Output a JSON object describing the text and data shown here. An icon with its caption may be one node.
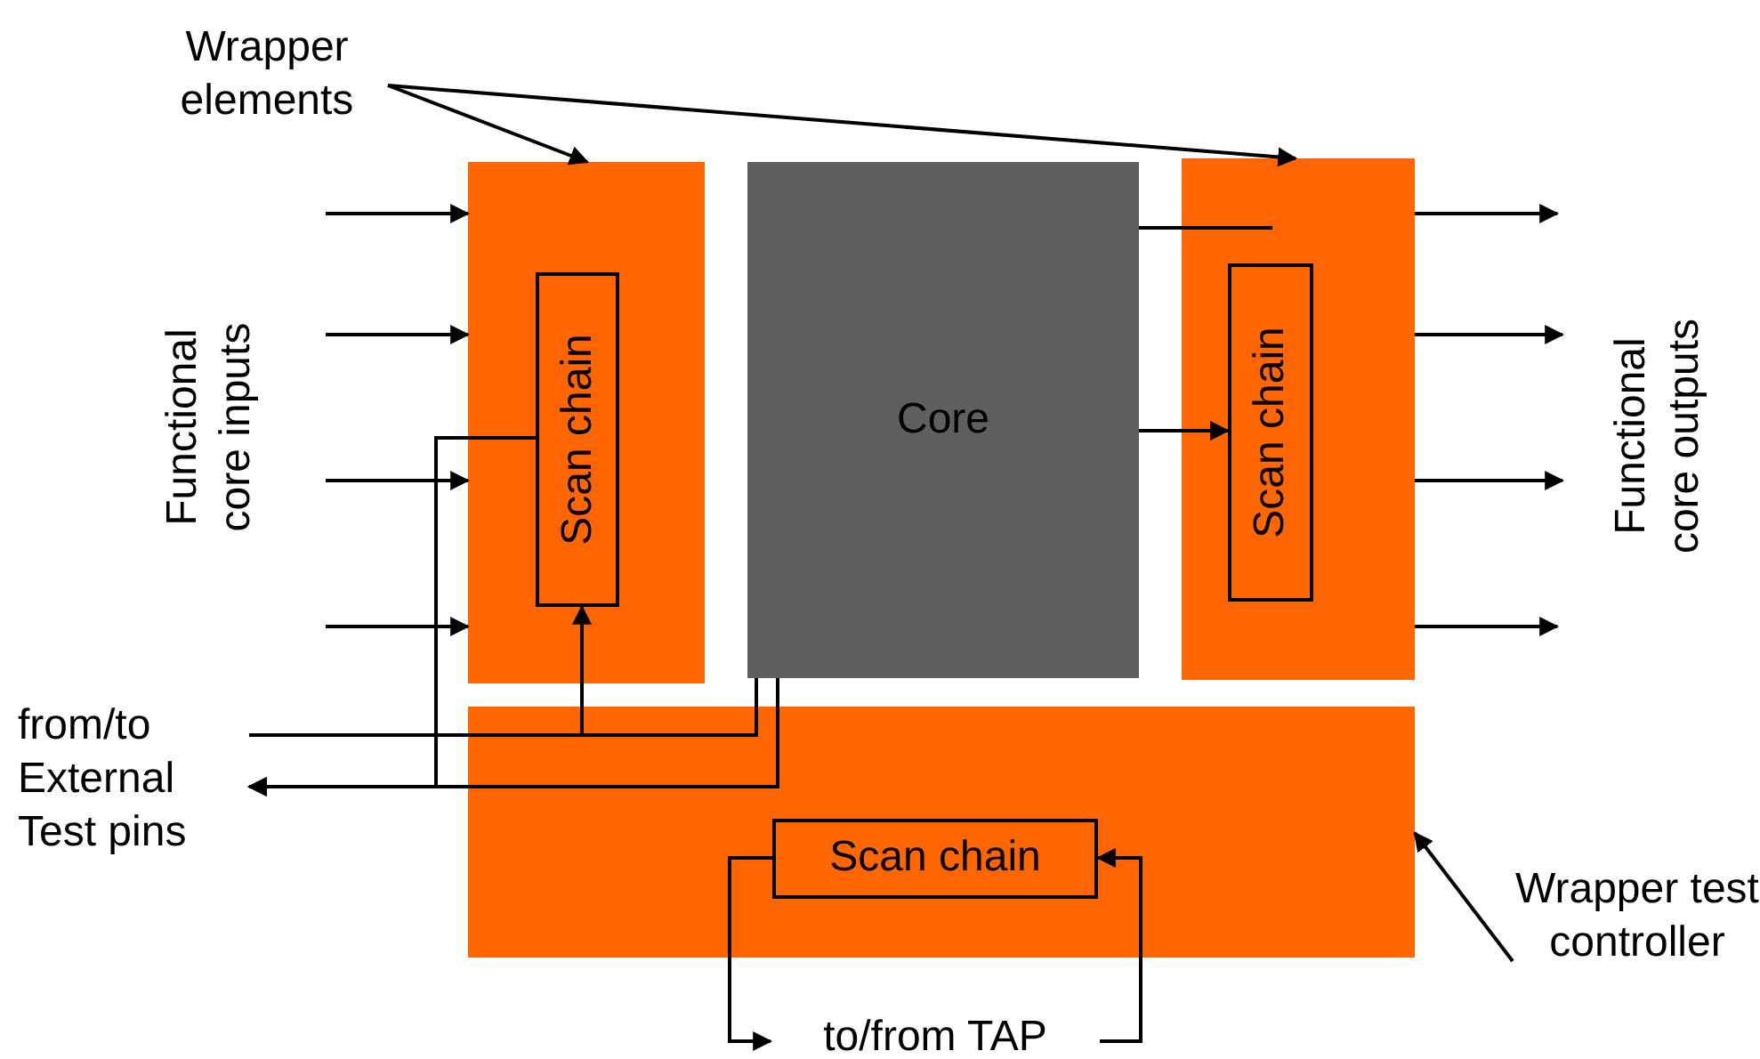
{
  "diagram": {
    "nodes": [
      {
        "text": [
          "Wrapper elements"
        ]
      },
      {
        "text": [],
        "shape": "box"
      },
      {
        "text": [
          "Scan chain"
        ],
        "in": 1
      },
      {
        "text": [
          "Core"
        ]
      },
      {
        "text": [],
        "shape": "box"
      },
      {
        "text": [
          "Scan chain"
        ],
        "in": 4
      },
      {
        "text": [],
        "shape": "box"
      },
      {
        "text": [
          "Scan chain"
        ],
        "in": 6
      },
      {
        "text": [
          "Functional core inputs"
        ]
      },
      {
        "text": [
          "Functional core outputs"
        ]
      },
      {
        "text": [
          "from/to External Test pins"
        ]
      },
      {
        "text": [
          "Wrapper test controller"
        ]
      },
      {
        "text": [
          "to/from TAP"
        ]
      }
    ],
    "edges": [
      {
        "from": 0,
        "to": 1,
        "arrow": "to"
      },
      {
        "from": 0,
        "to": 4,
        "arrow": "to"
      },
      {
        "from": null,
        "to": 1,
        "arrow": "to"
      },
      {
        "from": null,
        "to": 1,
        "arrow": "to"
      },
      {
        "from": null,
        "to": 1,
        "arrow": "to"
      },
      {
        "from": null,
        "to": 1,
        "arrow": "to"
      },
      {
        "from": 4,
        "to": null,
        "arrow": "to"
      },
      {
        "from": 4,
        "to": 9,
        "arrow": "to"
      },
      {
        "from": 4,
        "to": 9,
        "arrow": "to"
      },
      {
        "from": 4,
        "to": null,
        "arrow": "to"
      },
      {
        "from": 3,
        "to": 4,
        "arrow": "none"
      },
      {
        "from": 3,
        "to": 5,
        "arrow": "to"
      },
      {
        "from": 10,
        "to": 3,
        "arrow": "none"
      },
      {
        "from": 10,
        "to": 2,
        "arrow": "to"
      },
      {
        "from": 3,
        "to": 10,
        "arrow": "to"
      },
      {
        "from": 2,
        "to": 10,
        "arrow": "to"
      },
      {
        "from": 11,
        "to": 6,
        "arrow": "to"
      },
      {
        "from": 7,
        "to": 12,
        "arrow": "to"
      },
      {
        "from": 12,
        "to": 7,
        "arrow": "to"
      }
    ]
  }
}
